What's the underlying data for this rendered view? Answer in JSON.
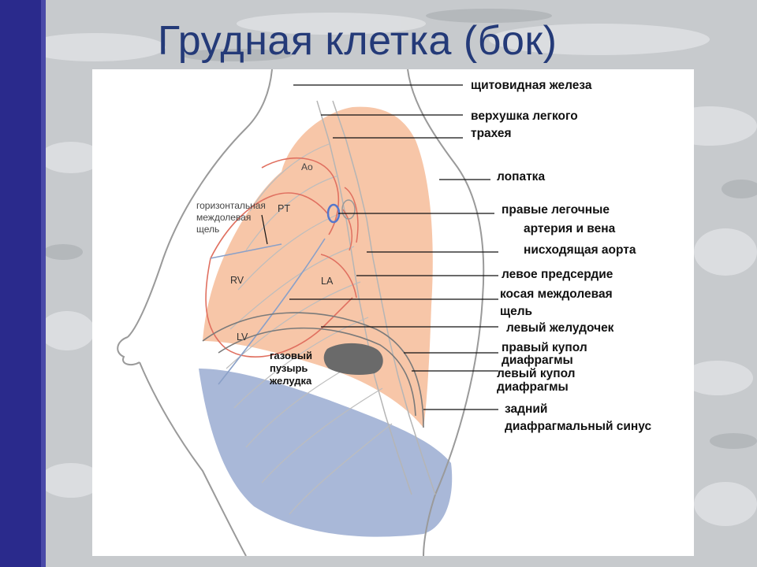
{
  "title": "Грудная клетка (бок)",
  "labels": {
    "thyroid": "щитовидная железа",
    "lung_apex": "верхушка легкого",
    "trachea": "трахея",
    "scapula": "лопатка",
    "pulmonary_line1": "правые легочные",
    "pulmonary_line2": "артерия и вена",
    "descending_aorta": "нисходящая аорта",
    "left_atrium": "левое предсердие",
    "oblique_fissure_line1": "косая междолевая",
    "oblique_fissure_line2": "щель",
    "left_ventricle": "левый желудочек",
    "right_dome_line1": "правый купол",
    "right_dome_line2": "диафрагмы",
    "left_dome_line1": "левый купол",
    "left_dome_line2": "диафрагмы",
    "posterior_sinus_line1": "задний",
    "posterior_sinus_line2": "диафрагмальный синус",
    "horizontal_fissure_line1": "горизонтальная",
    "horizontal_fissure_line2": "междолевая",
    "horizontal_fissure_line3": "щель",
    "gas_bubble_line1": "газовый",
    "gas_bubble_line2": "пузырь",
    "gas_bubble_line3": "желудка"
  },
  "structures": {
    "ao": "Ao",
    "pt": "PT",
    "rv": "RV",
    "la": "LA",
    "lv": "LV"
  },
  "colors": {
    "lung": "#f7c6a8",
    "abdomen": "#a9b8d8",
    "outline": "#9a9a9a",
    "vessel": "#e07060",
    "stomach_gas": "#6a6a6a",
    "title": "#243a78",
    "left_bar": "#2a2a8c"
  }
}
